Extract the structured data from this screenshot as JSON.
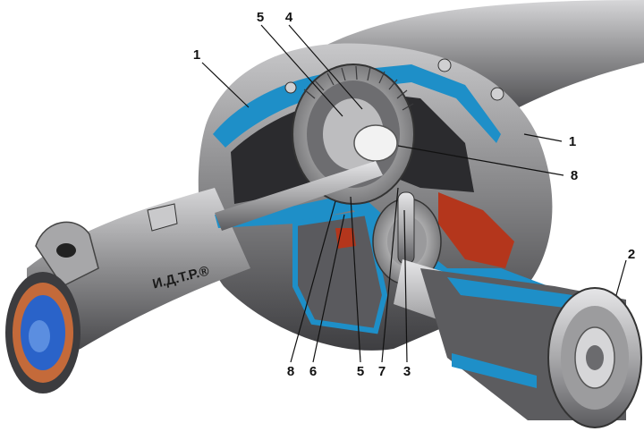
{
  "callouts": {
    "c1_left": "1",
    "c1_right": "1",
    "c2": "2",
    "c3": "3",
    "c4": "4",
    "c5_top": "5",
    "c5_bottom": "5",
    "c6": "6",
    "c7": "7",
    "c8_right": "8",
    "c8_bottom": "8"
  },
  "watermark": "И.Д.Т.Р.®",
  "colors": {
    "housing": "#8d8d8f",
    "housing_dark": "#3f3f42",
    "section_blue": "#1e8fc8",
    "section_red": "#b4361c",
    "steel": "#c9c9cb",
    "axle_blue": "#2a63c9",
    "axle_red": "#b84a2a"
  }
}
